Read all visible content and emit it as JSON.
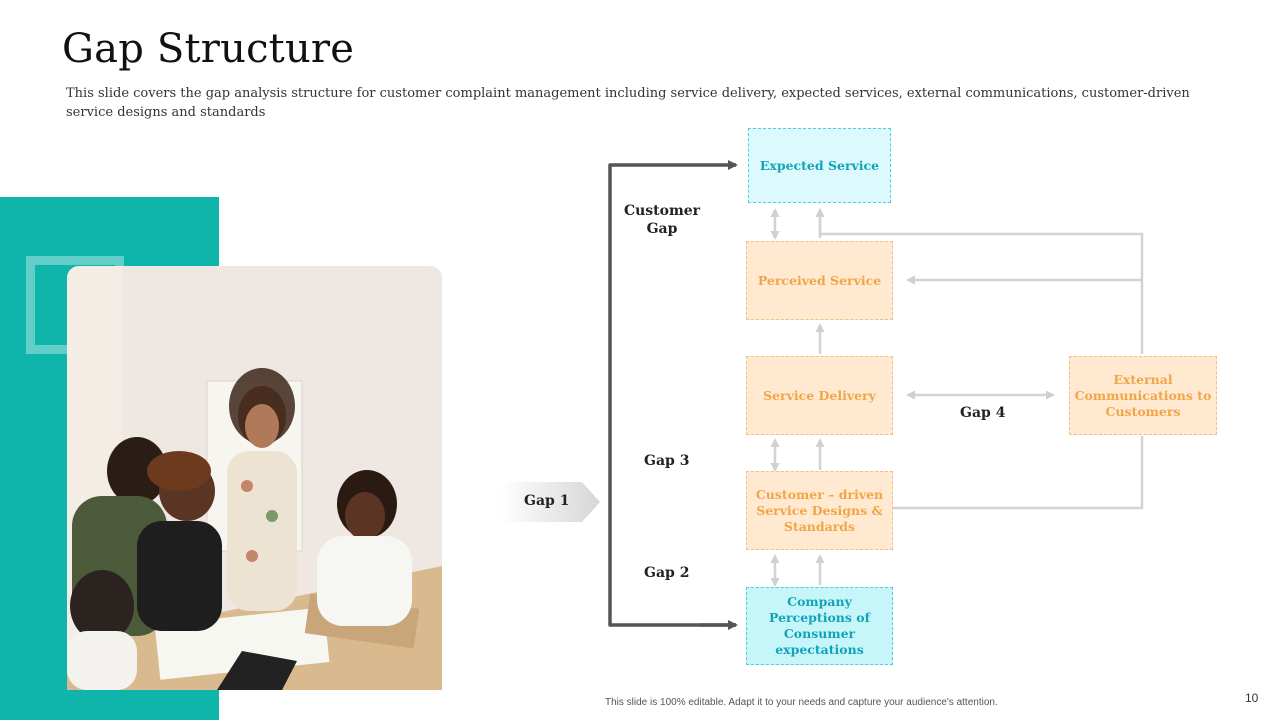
{
  "slide": {
    "title": "Gap Structure",
    "subtitle": "This slide covers the gap analysis structure  for customer complaint management including service delivery, expected services, external communications, customer-driven service designs and standards",
    "footer": "This slide is 100% editable.  Adapt it to your needs and capture your audience's attention.",
    "page_number": "10"
  },
  "diagram": {
    "boxes": {
      "expected_service": "Expected Service",
      "perceived_service": "Perceived Service",
      "service_delivery": "Service Delivery",
      "customer_driven": "Customer – driven Service Designs & Standards",
      "company_perceptions": "Company Perceptions of Consumer expectations",
      "external_communications": "External Communications to Customers"
    },
    "gaps": {
      "customer_gap": "Customer Gap",
      "gap1": "Gap 1",
      "gap2": "Gap 2",
      "gap3": "Gap 3",
      "gap4": "Gap 4"
    }
  },
  "colors": {
    "teal_accent": "#0fb4ab",
    "box_teal_fill": "#dcfafd",
    "box_orange_fill": "#ffe9d0",
    "box_orange_text": "#f0a546",
    "box_teal_text": "#10a4b8",
    "connector": "#d3d3d3",
    "main_arrow": "#555555"
  },
  "icons": {
    "photo": "team-meeting-photo-icon"
  }
}
